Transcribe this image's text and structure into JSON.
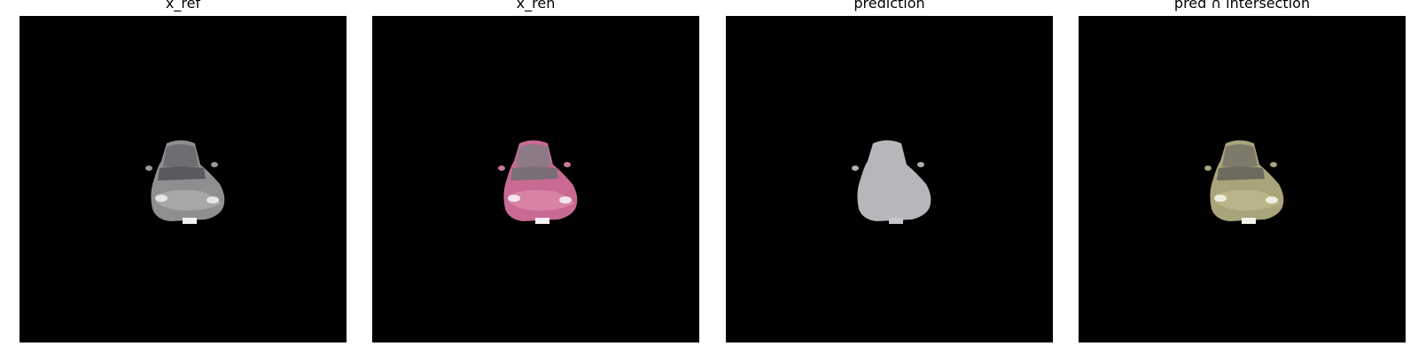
{
  "figure": {
    "panels": [
      {
        "title": "x_ref",
        "variant": "gray"
      },
      {
        "title": "x_ren",
        "variant": "pink"
      },
      {
        "title": "prediction",
        "variant": "silhouette"
      },
      {
        "title": "pred ∩ intersection",
        "variant": "overlay"
      }
    ]
  },
  "colors": {
    "background": "#000000",
    "car_gray": "#8f8f92",
    "car_pink": "#c86a92",
    "car_silhouette": "#b9b6bb",
    "car_overlay": "#a9a47a"
  }
}
